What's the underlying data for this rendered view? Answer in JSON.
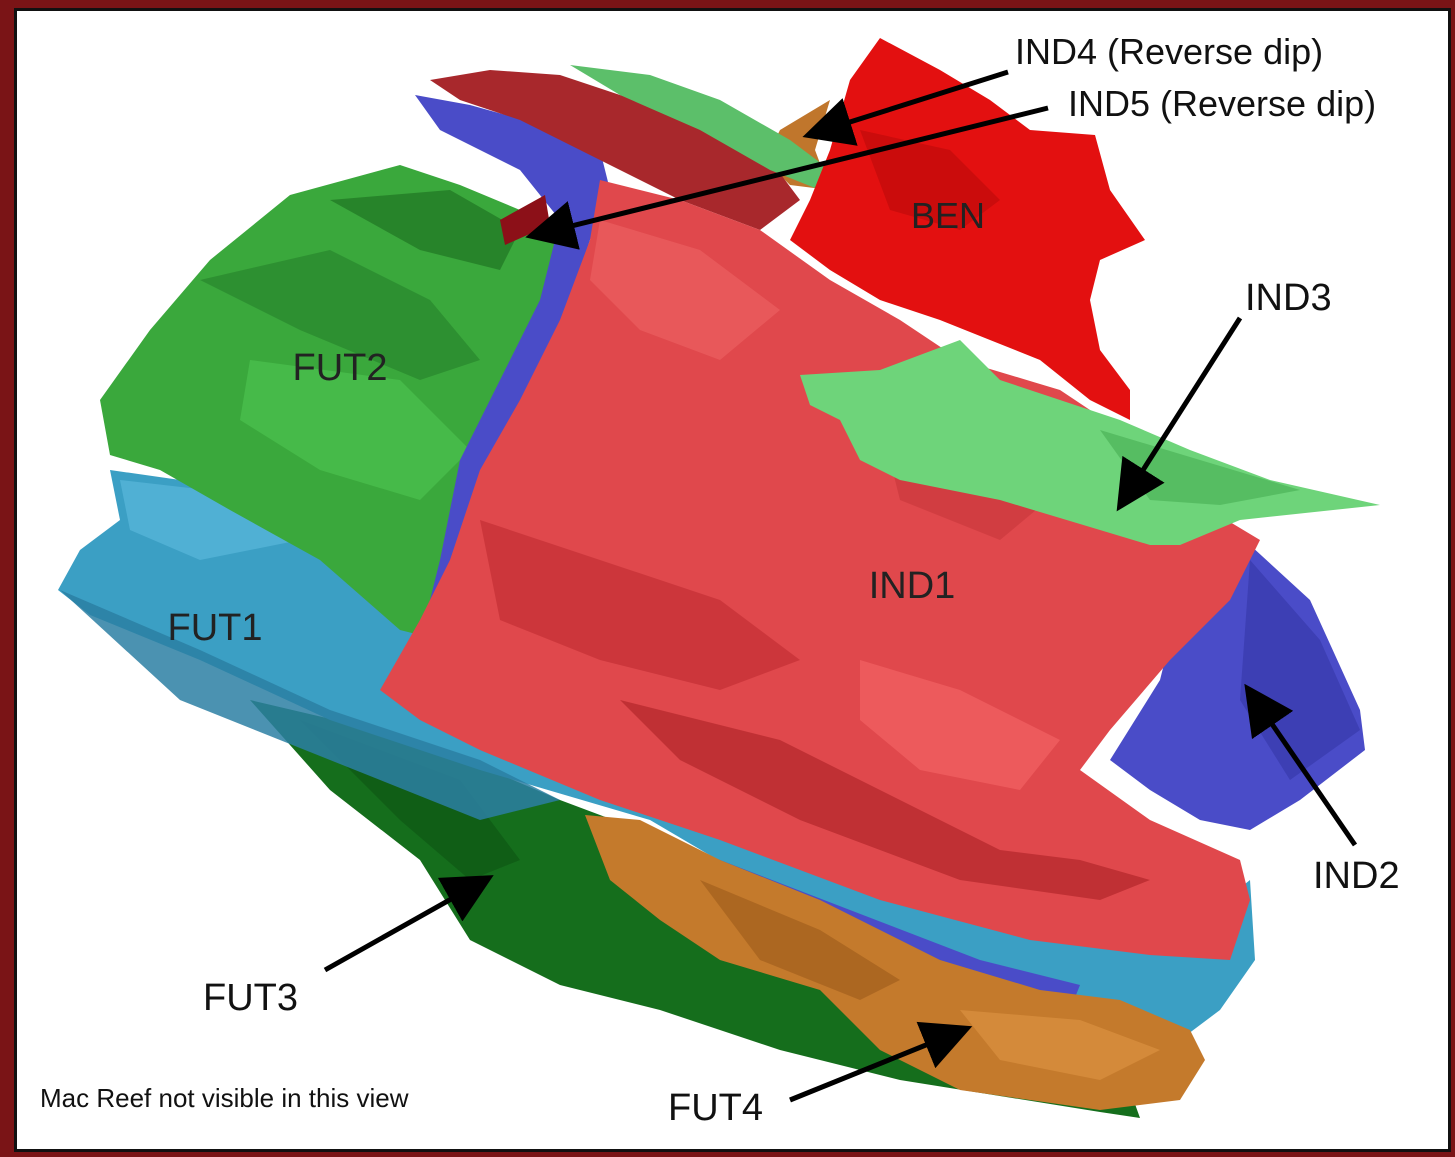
{
  "labels": {
    "ben": "BEN",
    "fut2": "FUT2",
    "fut1": "FUT1",
    "ind1": "IND1",
    "ind2": "IND2",
    "ind3": "IND3",
    "ind4": "IND4 (Reverse dip)",
    "ind5": "IND5 (Reverse dip)",
    "fut3": "FUT3",
    "fut4": "FUT4"
  },
  "footnote": "Mac Reef not visible in this view",
  "colors": {
    "frame_background": "#7a1416",
    "ind1_red": "#e0484c",
    "ben_red": "#e31010",
    "ind2_blue": "#4a4cc8",
    "ind3_lightgreen": "#6ed47a",
    "fut2_green": "#3aa83c",
    "fut1_cyan": "#3b9fc4",
    "fut3_darkgreen": "#156e1c",
    "fut4_orange": "#c47a2c"
  }
}
